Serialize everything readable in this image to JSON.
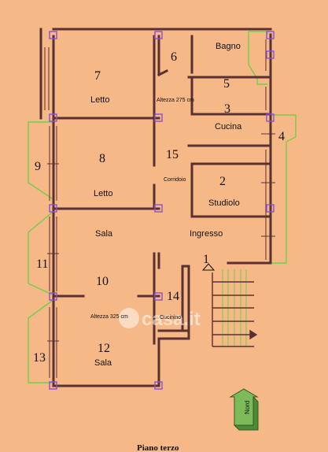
{
  "rooms": {
    "r1": {
      "number": "1"
    },
    "r2": {
      "number": "2",
      "label": "Studiolo"
    },
    "r3": {
      "number": "3",
      "label": "Cucina"
    },
    "r4": {
      "number": "4"
    },
    "r5": {
      "number": "5"
    },
    "r6": {
      "number": "6",
      "label": "Bagno"
    },
    "r7": {
      "number": "7",
      "label": "Letto",
      "height_note": "Altezza 275 cm"
    },
    "r8": {
      "number": "8",
      "label": "Letto"
    },
    "r9": {
      "number": "9"
    },
    "r10": {
      "number": "10",
      "height_note": "Altezza 325 cm"
    },
    "r11": {
      "number": "11"
    },
    "r12": {
      "number": "12",
      "label": "Sala"
    },
    "r13": {
      "number": "13"
    },
    "r14": {
      "number": "14",
      "label": "Cucinino"
    },
    "r15": {
      "number": "15",
      "label": "Corridoio"
    }
  },
  "sala_label": "Sala",
  "ingresso_label": "Ingresso",
  "north_label": "Nord",
  "watermark": "casa.it",
  "caption": "Piano terzo",
  "colors": {
    "background": "#f7b887",
    "wall": "#5a3030",
    "balcony": "#6fcf4a",
    "pillar": "#8a4fd0"
  }
}
